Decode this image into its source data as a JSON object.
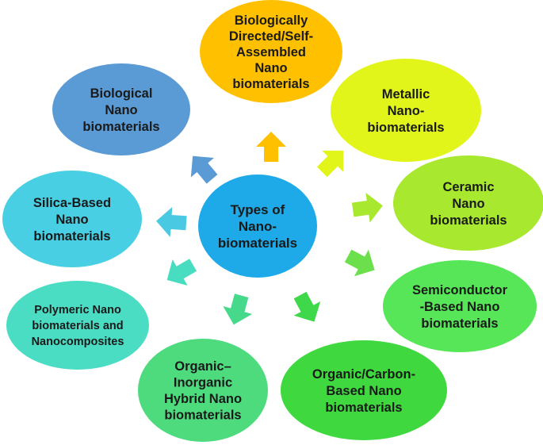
{
  "center": {
    "lines": [
      "Types of",
      "Nano-",
      "biomaterials"
    ],
    "color": "#1EA9E8"
  },
  "nodes": [
    {
      "id": "biologically-directed",
      "lines": [
        "Biologically",
        "Directed/Self-",
        "Assembled",
        "Nano",
        "biomaterials"
      ],
      "color": "#FFC000",
      "arrow_color": "#FFC000"
    },
    {
      "id": "metallic",
      "lines": [
        "Metallic",
        "Nano-",
        "biomaterials"
      ],
      "color": "#E2F51A",
      "arrow_color": "#E2F51A"
    },
    {
      "id": "ceramic",
      "lines": [
        "Ceramic",
        "Nano",
        "biomaterials"
      ],
      "color": "#A8E82E",
      "arrow_color": "#A8E82E"
    },
    {
      "id": "semiconductor",
      "lines": [
        "Semiconductor",
        "-Based Nano",
        "biomaterials"
      ],
      "color": "#57E657",
      "arrow_color": "#6BE04C"
    },
    {
      "id": "organic-carbon",
      "lines": [
        "Organic/Carbon-",
        "Based Nano",
        "biomaterials"
      ],
      "color": "#3FD93F",
      "arrow_color": "#3FD84A"
    },
    {
      "id": "organic-inorganic",
      "lines": [
        "Organic–",
        "Inorganic",
        "Hybrid Nano",
        "biomaterials"
      ],
      "color": "#4DDB7E",
      "arrow_color": "#46D98C"
    },
    {
      "id": "polymeric",
      "lines": [
        "Polymeric Nano",
        "biomaterials and",
        "Nanocomposites"
      ],
      "color": "#4BDCC4",
      "arrow_color": "#48DDC0"
    },
    {
      "id": "silica",
      "lines": [
        "Silica-Based",
        "Nano",
        "biomaterials"
      ],
      "color": "#49CFE3",
      "arrow_color": "#4AC9E3"
    },
    {
      "id": "biological",
      "lines": [
        "Biological",
        "Nano",
        "biomaterials"
      ],
      "color": "#5B9BD5",
      "arrow_color": "#5B9BD5"
    }
  ]
}
